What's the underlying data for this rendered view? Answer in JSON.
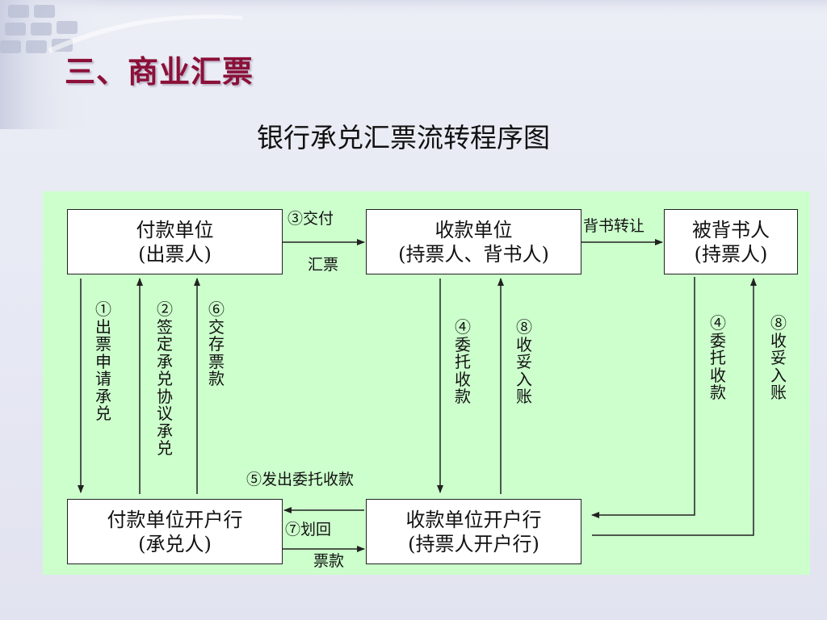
{
  "slide": {
    "title": "三、商业汇票",
    "diagram_title": "银行承兑汇票流转程序图"
  },
  "nodes": {
    "payer": {
      "line1": "付款单位",
      "line2": "(出票人)"
    },
    "payee": {
      "line1": "收款单位",
      "line2": "(持票人、背书人)"
    },
    "endorsee": {
      "line1": "被背书人",
      "line2": "(持票人)"
    },
    "payer_bank": {
      "line1": "付款单位开户行",
      "line2": "(承兑人)"
    },
    "payee_bank": {
      "line1": "收款单位开户行",
      "line2": "(持票人开户行)"
    }
  },
  "edges": {
    "deliver": "③交付",
    "draft": "汇票",
    "endorse": "背书转让",
    "step1": "①出票申请承兑",
    "step2": "②签定承兑协议承兑",
    "step6": "⑥交存票款",
    "step4_payee": "④委托收款",
    "step8_payee": "⑧收妥入账",
    "step4_endorsee": "④委托收款",
    "step8_endorsee": "⑧收妥入账",
    "step5": "⑤发出委托收款",
    "step7": "⑦划回",
    "step7b": "票款"
  },
  "colors": {
    "title": "#8b1038",
    "panel": "#ccffcc",
    "line": "#222222"
  }
}
